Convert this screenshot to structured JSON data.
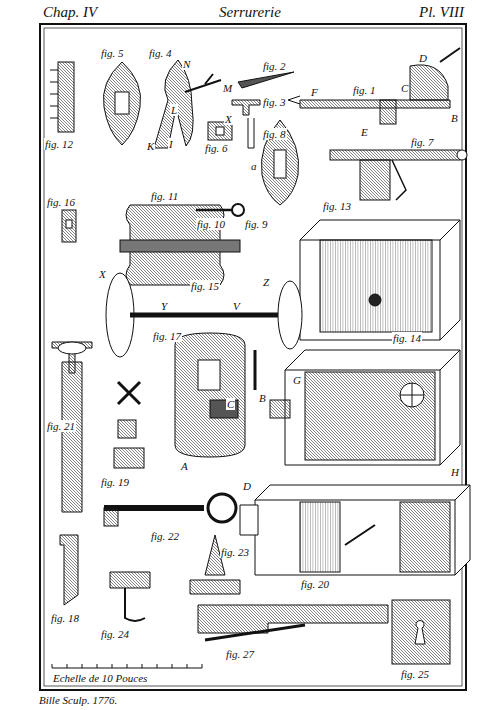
{
  "diagram": {
    "title": "Serrurerie",
    "labels": [
      "Chap. IV",
      "Pl. VIII",
      "fig. 5",
      "fig. 4",
      "N",
      "fig. 2",
      "M",
      "L",
      "fig. 3",
      "fig. 1",
      "D",
      "C",
      "F",
      "B",
      "E",
      "fig. 12",
      "fig. 6",
      "X",
      "fig. 8",
      "fig. 7",
      "I",
      "K",
      "fig. 16",
      "fig. 11",
      "fig. 10",
      "fig. 9",
      "a",
      "fig. 13",
      "fig. 15",
      "X",
      "Y",
      "V",
      "Z",
      "fig. 17",
      "A",
      "B",
      "C",
      "fig. 14",
      "G",
      "fig. 21",
      "fig. 19",
      "fig. 22",
      "fig. 18",
      "fig. 23",
      "fig. 24",
      "fig. 20",
      "D",
      "H",
      "fig. 27",
      "fig. 25",
      "Echelle de 10 Pouces",
      "Bille Sculp. 1776."
    ]
  }
}
